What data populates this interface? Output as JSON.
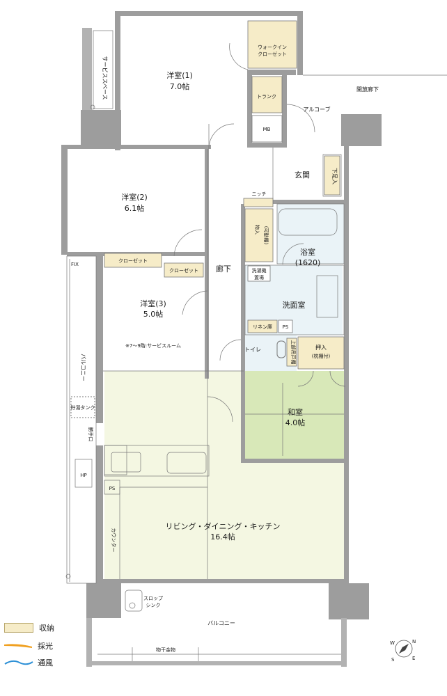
{
  "rooms": {
    "western1": {
      "name": "洋室(1)",
      "size": "7.0帖"
    },
    "western2": {
      "name": "洋室(2)",
      "size": "6.1帖"
    },
    "western3": {
      "name": "洋室(3)",
      "size": "5.0帖",
      "note": "※7～9階:サービスルーム"
    },
    "washitsu": {
      "name": "和室",
      "size": "4.0帖"
    },
    "ldk": {
      "name": "リビング・ダイニング・キッチン",
      "size": "16.4帖"
    },
    "bath": {
      "name": "浴室",
      "size": "(1620)"
    },
    "washroom": "洗面室",
    "toilet": "トイレ",
    "entrance": "玄関",
    "corridor": "廊下"
  },
  "labels": {
    "walkin": [
      "ウォークイン",
      "クローゼット"
    ],
    "trunk": "トランク",
    "mb": "MB",
    "alcove": "アルコーブ",
    "open_corridor": "開放廊下",
    "service_space": "サービススペース",
    "shoe_box": "下足入",
    "niche": "ニッチ",
    "storage_adj": "物入",
    "adjustable": "(可動棚)",
    "closet_a": "クローゼット",
    "closet_b": "クローゼット",
    "washer": [
      "洗濯機",
      "置場"
    ],
    "linen": "リネン庫",
    "ps1": "PS",
    "ps2": "PS",
    "oshiire": "押入",
    "oshiire_note": "(枕棚付)",
    "upper_storage": "上部吊戸棚",
    "fix": "FIX",
    "balcony_side": "バルコニー",
    "tank": "貯湯タンク",
    "back_door": "勝手口",
    "hp": "HP",
    "counter": "カウンター",
    "slop_sink": [
      "スロップ",
      "シンク"
    ],
    "balcony_bottom": "バルコニー",
    "clothes_pole": "物干金物"
  },
  "legend": {
    "storage": "収納",
    "light": "採光",
    "wind": "通風"
  },
  "compass": [
    "N",
    "E",
    "S",
    "W"
  ],
  "colors": {
    "storage": "#f6ecc8",
    "washitsu": "#d8e8b8",
    "ldk": "#f4f7e2",
    "wet": "#eaf3f7",
    "wall": "#9d9d9d",
    "light": "#f0a020",
    "wind": "#2b8fd6"
  }
}
